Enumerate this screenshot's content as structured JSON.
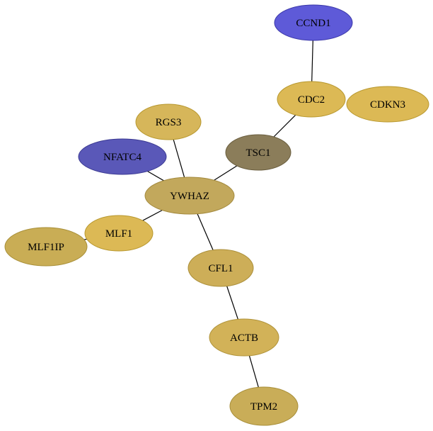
{
  "colors": {
    "gold": "#dcb955",
    "gold_dark": "#c9a850",
    "olive_gold": "#c2a85c",
    "brown_olive": "#8b7d5a",
    "blue": "#5e5ad8",
    "blue_dark": "#5a58b8",
    "edge": "#000000"
  },
  "nodes": [
    {
      "id": "CCND1",
      "label": "CCND1",
      "color": "#5e5ad8",
      "stroke": "#3b38a8"
    },
    {
      "id": "CDC2",
      "label": "CDC2",
      "color": "#dcb955",
      "stroke": "#b8982f"
    },
    {
      "id": "CDKN3",
      "label": "CDKN3",
      "color": "#dcb955",
      "stroke": "#b8982f"
    },
    {
      "id": "RGS3",
      "label": "RGS3",
      "color": "#d6b65a",
      "stroke": "#b8982f"
    },
    {
      "id": "TSC1",
      "label": "TSC1",
      "color": "#8b7d5a",
      "stroke": "#6a5e3f"
    },
    {
      "id": "NFATC4",
      "label": "NFATC4",
      "color": "#5a58b8",
      "stroke": "#3b3a92"
    },
    {
      "id": "YWHAZ",
      "label": "YWHAZ",
      "color": "#c2a85c",
      "stroke": "#a48a3e"
    },
    {
      "id": "MLF1",
      "label": "MLF1",
      "color": "#dcb955",
      "stroke": "#b8982f"
    },
    {
      "id": "MLF1IP",
      "label": "MLF1IP",
      "color": "#c9ad55",
      "stroke": "#a88f38"
    },
    {
      "id": "CFL1",
      "label": "CFL1",
      "color": "#cdae58",
      "stroke": "#ab8f3a"
    },
    {
      "id": "ACTB",
      "label": "ACTB",
      "color": "#d2b258",
      "stroke": "#b0933a"
    },
    {
      "id": "TPM2",
      "label": "TPM2",
      "color": "#c9ad58",
      "stroke": "#a88f3a"
    }
  ],
  "edges": [
    {
      "from": "CCND1",
      "to": "CDC2"
    },
    {
      "from": "CDC2",
      "to": "TSC1"
    },
    {
      "from": "TSC1",
      "to": "YWHAZ"
    },
    {
      "from": "RGS3",
      "to": "YWHAZ"
    },
    {
      "from": "NFATC4",
      "to": "YWHAZ"
    },
    {
      "from": "YWHAZ",
      "to": "MLF1"
    },
    {
      "from": "MLF1",
      "to": "MLF1IP"
    },
    {
      "from": "YWHAZ",
      "to": "CFL1"
    },
    {
      "from": "CFL1",
      "to": "ACTB"
    },
    {
      "from": "ACTB",
      "to": "TPM2"
    }
  ]
}
